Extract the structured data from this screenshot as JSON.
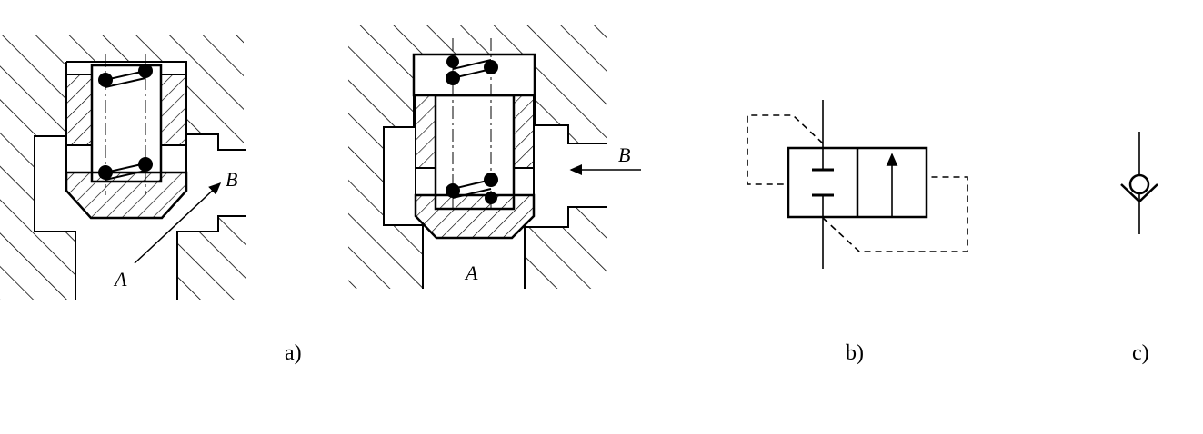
{
  "figure": {
    "panel_a": {
      "caption": "a)",
      "left_port_labels": {
        "A": "A",
        "B": "B"
      },
      "right_port_labels": {
        "A": "A",
        "B": "B"
      }
    },
    "panel_b": {
      "caption": "b)"
    },
    "panel_c": {
      "caption": "c)"
    }
  },
  "colors": {
    "ink": "#000000",
    "background": "#ffffff"
  },
  "icons": [
    "check-valve-symbol-icon",
    "two-position-valve-symbol-icon",
    "spring-icon"
  ]
}
